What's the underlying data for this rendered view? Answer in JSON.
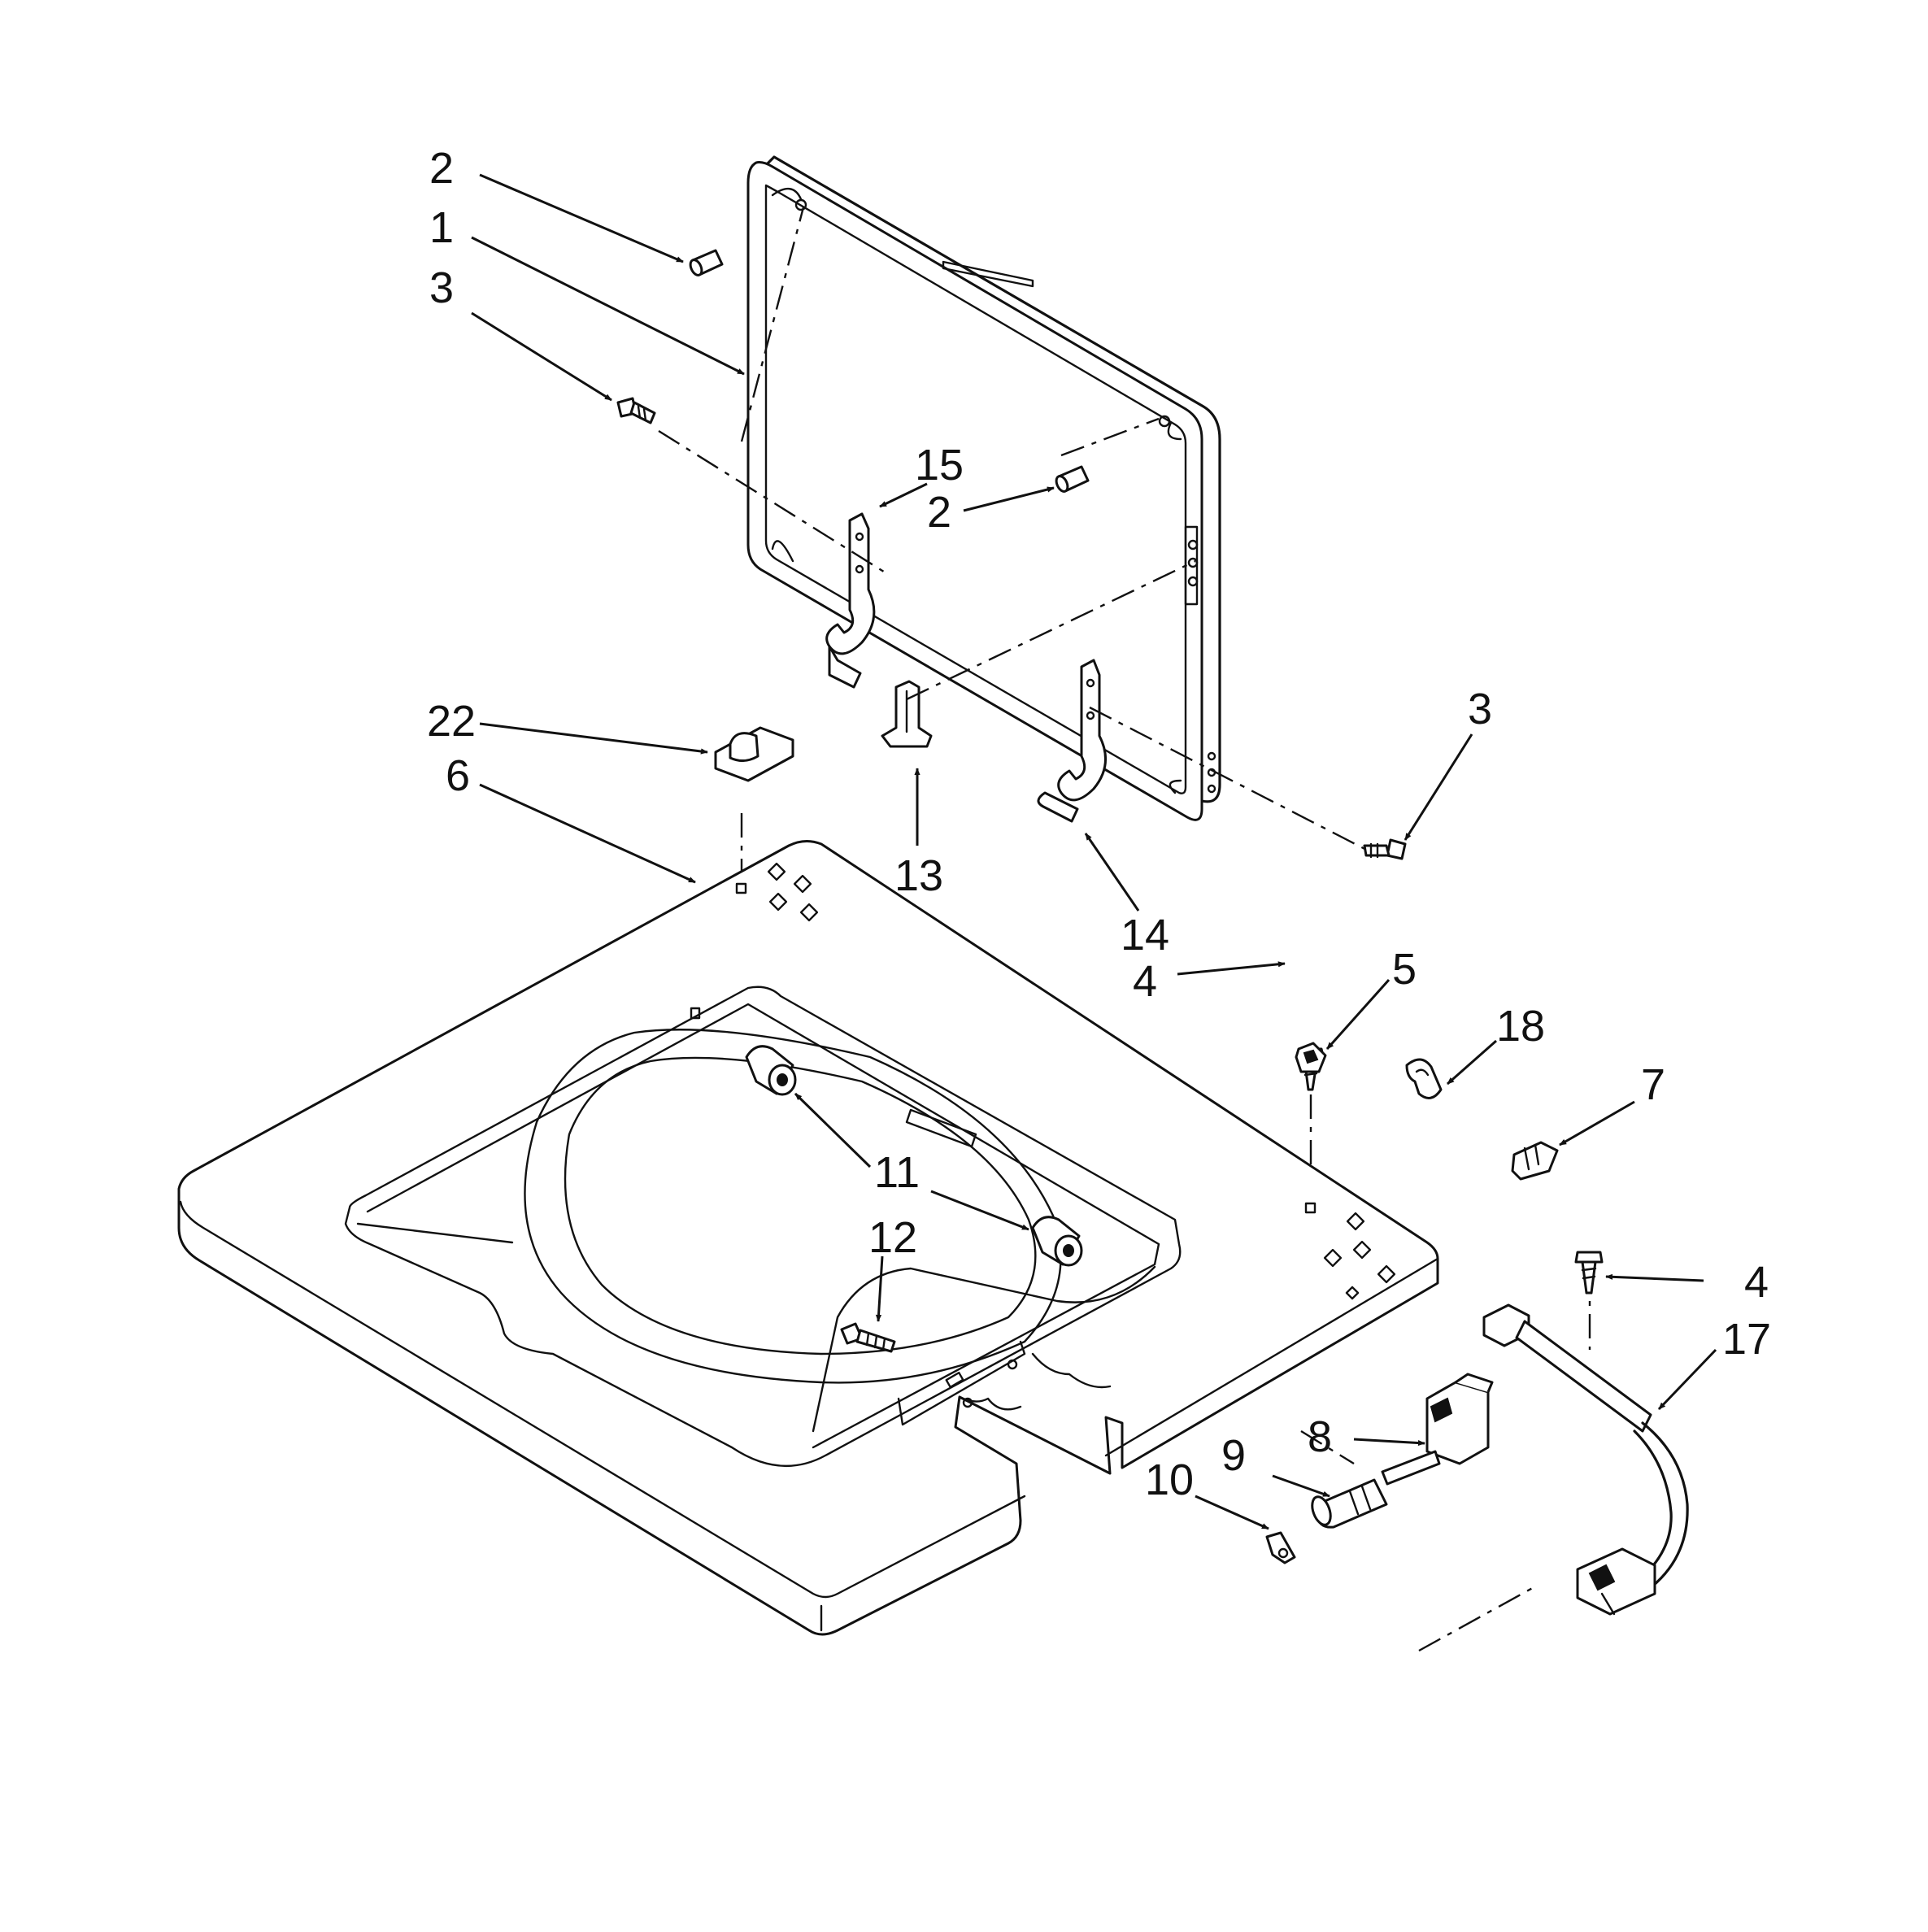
{
  "callouts": [
    {
      "id": "c-2a",
      "text": "2"
    },
    {
      "id": "c-1",
      "text": "1"
    },
    {
      "id": "c-3a",
      "text": "3"
    },
    {
      "id": "c-15",
      "text": "15"
    },
    {
      "id": "c-2b",
      "text": "2"
    },
    {
      "id": "c-22",
      "text": "22"
    },
    {
      "id": "c-6",
      "text": "6"
    },
    {
      "id": "c-13",
      "text": "13"
    },
    {
      "id": "c-14",
      "text": "14"
    },
    {
      "id": "c-3b",
      "text": "3"
    },
    {
      "id": "c-4a",
      "text": "4"
    },
    {
      "id": "c-5",
      "text": "5"
    },
    {
      "id": "c-18",
      "text": "18"
    },
    {
      "id": "c-7",
      "text": "7"
    },
    {
      "id": "c-11",
      "text": "11"
    },
    {
      "id": "c-12",
      "text": "12"
    },
    {
      "id": "c-4b",
      "text": "4"
    },
    {
      "id": "c-17",
      "text": "17"
    },
    {
      "id": "c-8",
      "text": "8"
    },
    {
      "id": "c-9",
      "text": "9"
    },
    {
      "id": "c-10",
      "text": "10"
    }
  ]
}
